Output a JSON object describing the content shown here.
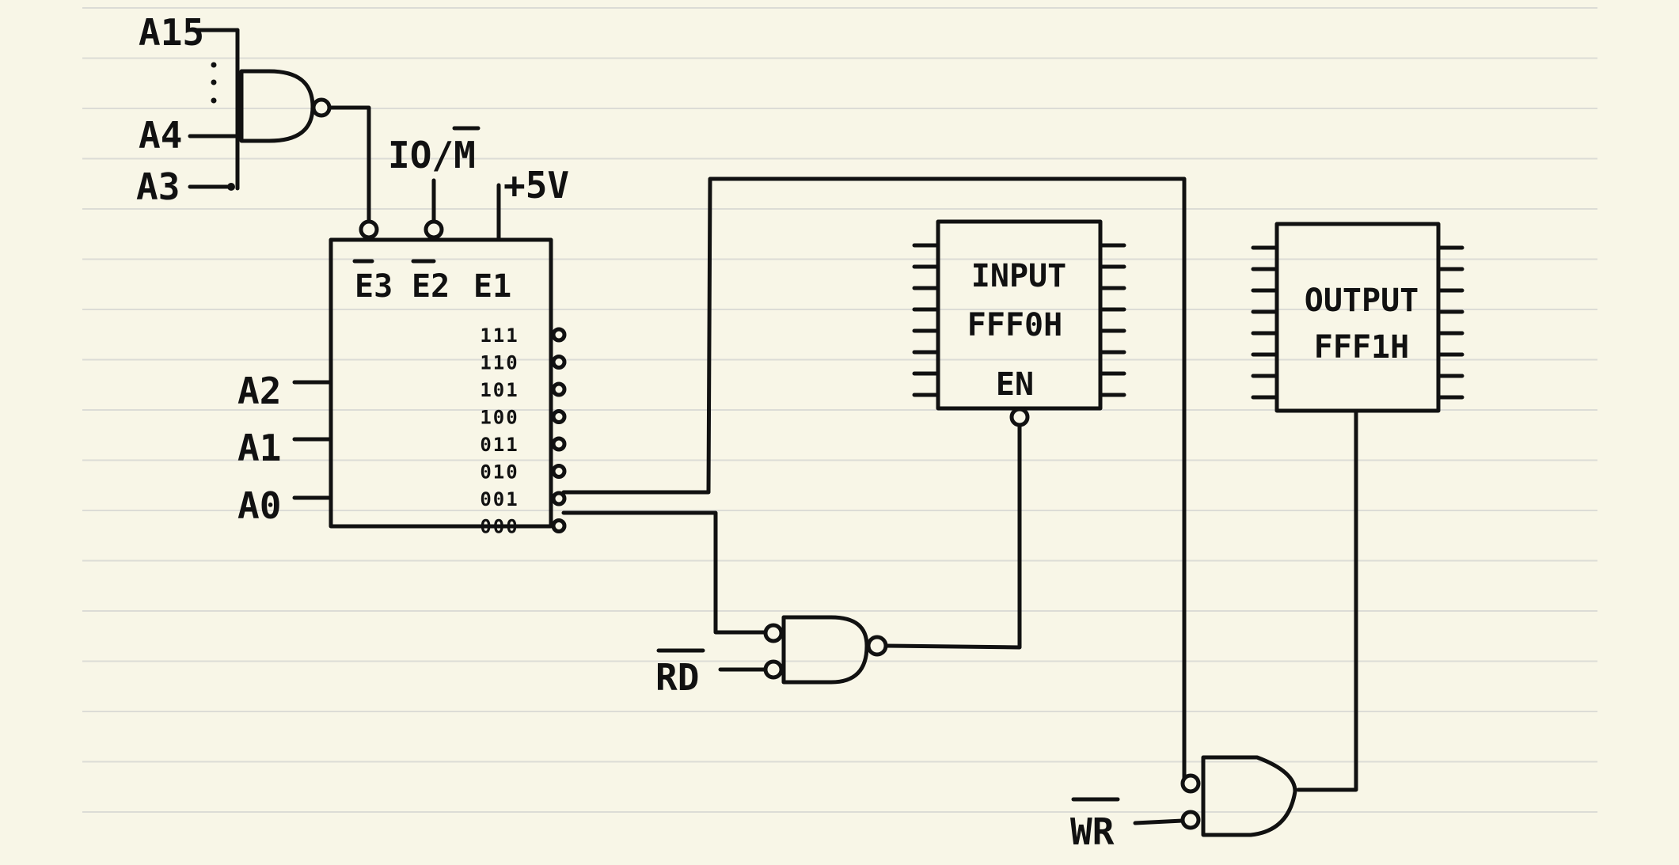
{
  "address_lines": {
    "a15": "A15",
    "a4": "A4",
    "a3": "A3",
    "a2": "A2",
    "a1": "A1",
    "a0": "A0"
  },
  "control_signals": {
    "io_m": "IO/M",
    "vcc": "+5V",
    "rd": "RD",
    "wr": "WR"
  },
  "decoder": {
    "enables": [
      "E3",
      "E2",
      "E1"
    ],
    "outputs": [
      "111",
      "110",
      "101",
      "100",
      "011",
      "010",
      "001",
      "000"
    ]
  },
  "input_port": {
    "name": "INPUT",
    "address": "FFF0H",
    "enable": "EN"
  },
  "output_port": {
    "name": "OUTPUT",
    "address": "FFF1H"
  },
  "colors": {
    "paper": "#f8f6e7",
    "rule": "#dcdcd6",
    "ink": "#111111"
  }
}
